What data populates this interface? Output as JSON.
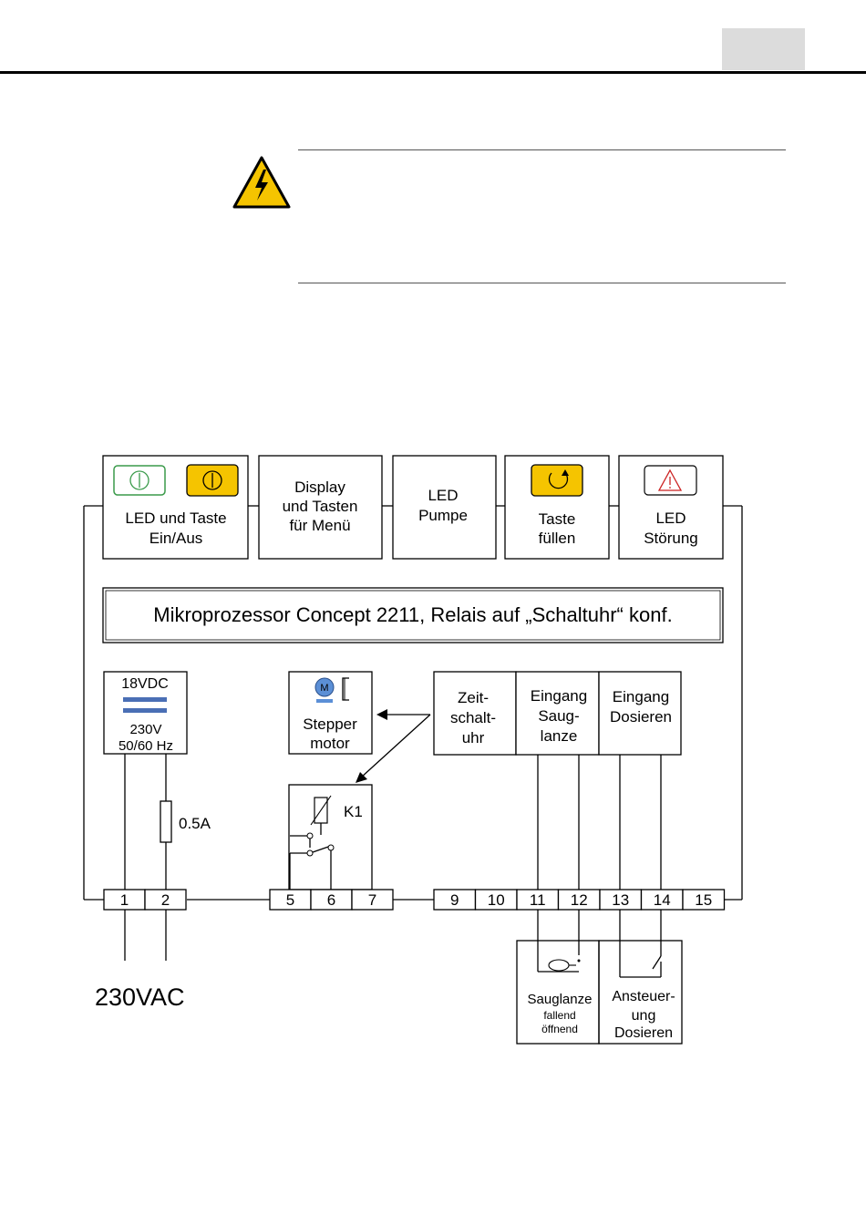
{
  "header": {
    "tab_label": ""
  },
  "warning": {
    "icon": "high-voltage-warning-icon",
    "text": ""
  },
  "diagram": {
    "top_boxes": [
      {
        "lines": [
          "LED und Taste",
          "Ein/Aus"
        ]
      },
      {
        "lines": [
          "Display",
          "und Tasten",
          "für Menü"
        ]
      },
      {
        "lines": [
          "LED",
          "Pumpe"
        ]
      },
      {
        "lines": [
          "Taste",
          "füllen"
        ]
      },
      {
        "lines": [
          "LED",
          "Störung"
        ]
      }
    ],
    "processor": "Mikroprozessor Concept 2211, Relais auf „Schaltuhr“ konf.",
    "power_supply": {
      "top": "18VDC",
      "lines": [
        "230V",
        "50/60 Hz"
      ]
    },
    "fuse": "0.5A",
    "stepper": {
      "motor_letter": "M",
      "lines": [
        "Stepper",
        "motor"
      ]
    },
    "relay": "K1",
    "timer": {
      "lines": [
        "Zeit-",
        "schalt-",
        "uhr"
      ]
    },
    "input_lance": {
      "lines": [
        "Eingang",
        "Saug-",
        "lanze"
      ]
    },
    "input_dose": {
      "lines": [
        "Eingang",
        "Dosieren"
      ]
    },
    "terminals": {
      "group1": [
        "1",
        "2"
      ],
      "group2": [
        "5",
        "6",
        "7"
      ],
      "group3": [
        "9",
        "10",
        "11",
        "12",
        "13",
        "14",
        "15"
      ]
    },
    "mains": "230VAC",
    "sensor_box": {
      "line1": "Sauglanze",
      "line2": "fallend",
      "line3": "öffnend"
    },
    "control_box": {
      "lines": [
        "Ansteuer-",
        "ung",
        "Dosieren"
      ]
    },
    "colors": {
      "green": "#3a9a4a",
      "yellow": "#f5c400",
      "red": "#cc2222",
      "motor_blue": "#5b8fd6",
      "supply_blue": "#4a6fb5"
    }
  }
}
